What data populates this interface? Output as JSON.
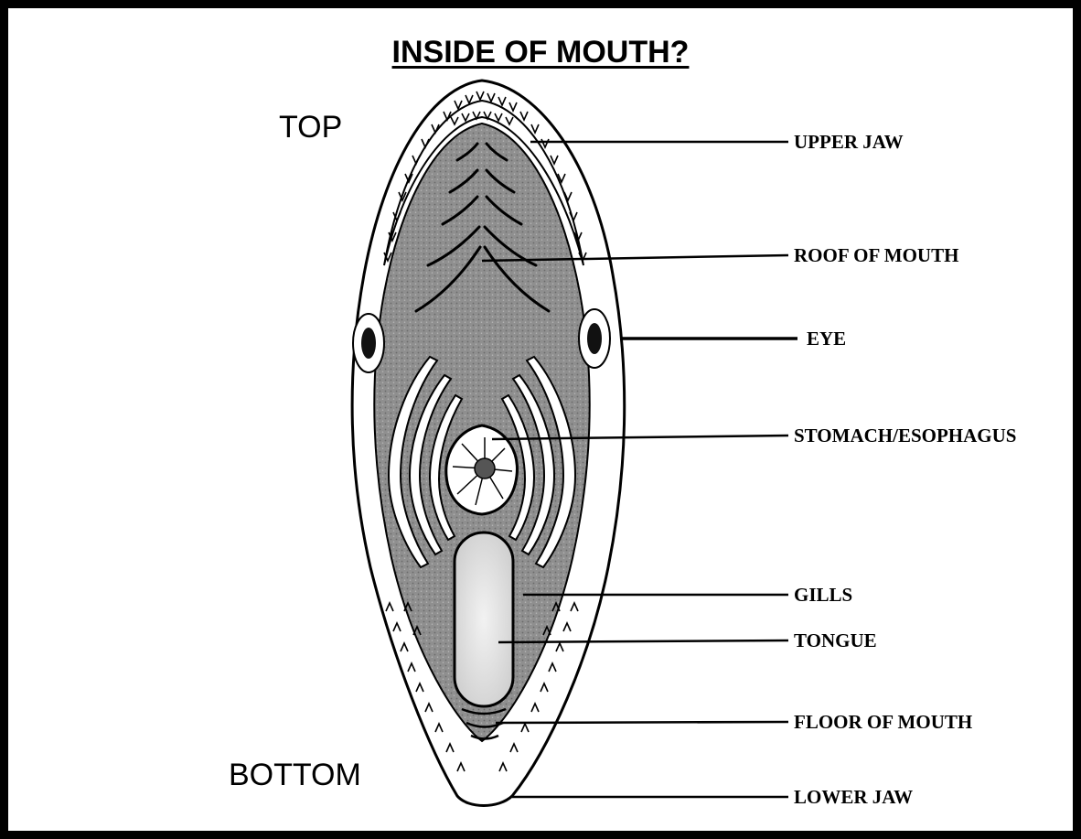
{
  "title": "INSIDE OF MOUTH?",
  "orientation": {
    "top": "TOP",
    "bottom": "BOTTOM"
  },
  "parts": [
    {
      "id": "upper-jaw",
      "label": "UPPER JAW"
    },
    {
      "id": "roof-of-mouth",
      "label": "ROOF OF MOUTH"
    },
    {
      "id": "eye",
      "label": "EYE"
    },
    {
      "id": "stomach-esophagus",
      "label": "STOMACH/ESOPHAGUS"
    },
    {
      "id": "gills",
      "label": "GILLS"
    },
    {
      "id": "tongue",
      "label": "TONGUE"
    },
    {
      "id": "floor-of-mouth",
      "label": "FLOOR OF MOUTH"
    },
    {
      "id": "lower-jaw",
      "label": "LOWER JAW"
    }
  ],
  "colors": {
    "tissue": "#8f8f8f",
    "outline": "#000000",
    "tongue": "#e4e4e4",
    "jaw": "#ffffff"
  }
}
